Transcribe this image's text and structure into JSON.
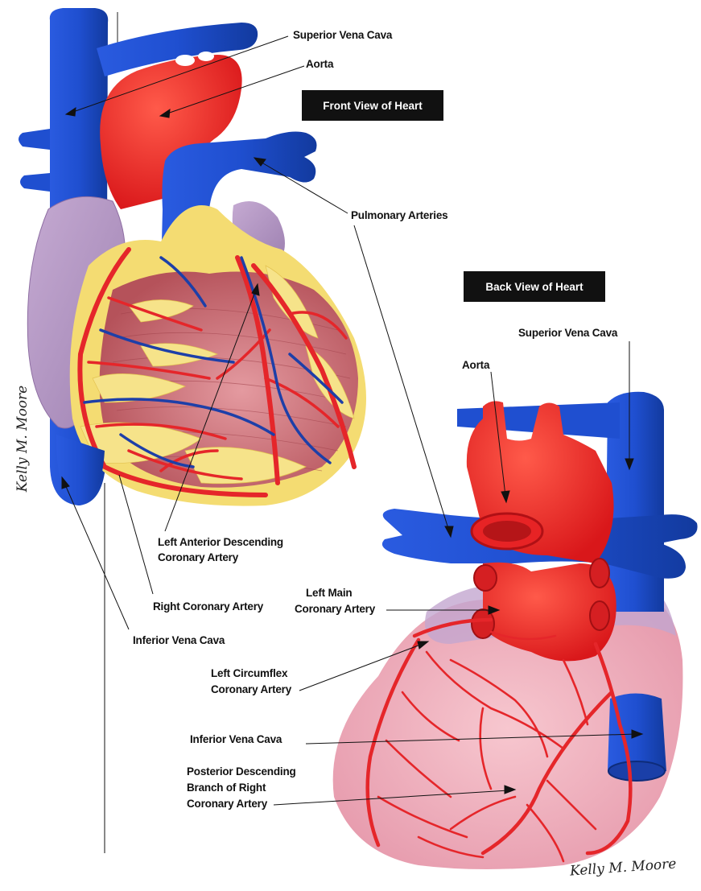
{
  "banners": {
    "front": "Front View of Heart",
    "back": "Back View of Heart"
  },
  "front_labels": {
    "superior_vena_cava": "Superior Vena Cava",
    "aorta": "Aorta",
    "pulmonary_arteries": "Pulmonary Arteries",
    "lad_line1": "Left Anterior Descending",
    "lad_line2": "Coronary Artery",
    "right_coronary_artery": "Right Coronary Artery",
    "inferior_vena_cava": "Inferior Vena Cava"
  },
  "back_labels": {
    "superior_vena_cava": "Superior Vena Cava",
    "aorta": "Aorta",
    "left_main_line1": "Left Main",
    "left_main_line2": "Coronary Artery",
    "circumflex_line1": "Left Circumflex",
    "circumflex_line2": "Coronary Artery",
    "inferior_vena_cava": "Inferior Vena Cava",
    "posterior_line1": "Posterior Descending",
    "posterior_line2": "Branch of Right",
    "posterior_line3": "Coronary Artery"
  },
  "signatures": {
    "side": "Kelly M. Moore",
    "bottom": "Kelly M. Moore"
  },
  "colors": {
    "vein": "#1f4fd0",
    "artery": "#ee2b2b",
    "fat": "#f4dc72",
    "muscle": "#c86a6f",
    "atrium": "#b99ac6",
    "back_heart": "#f1b4c0",
    "banner": "#111111"
  }
}
